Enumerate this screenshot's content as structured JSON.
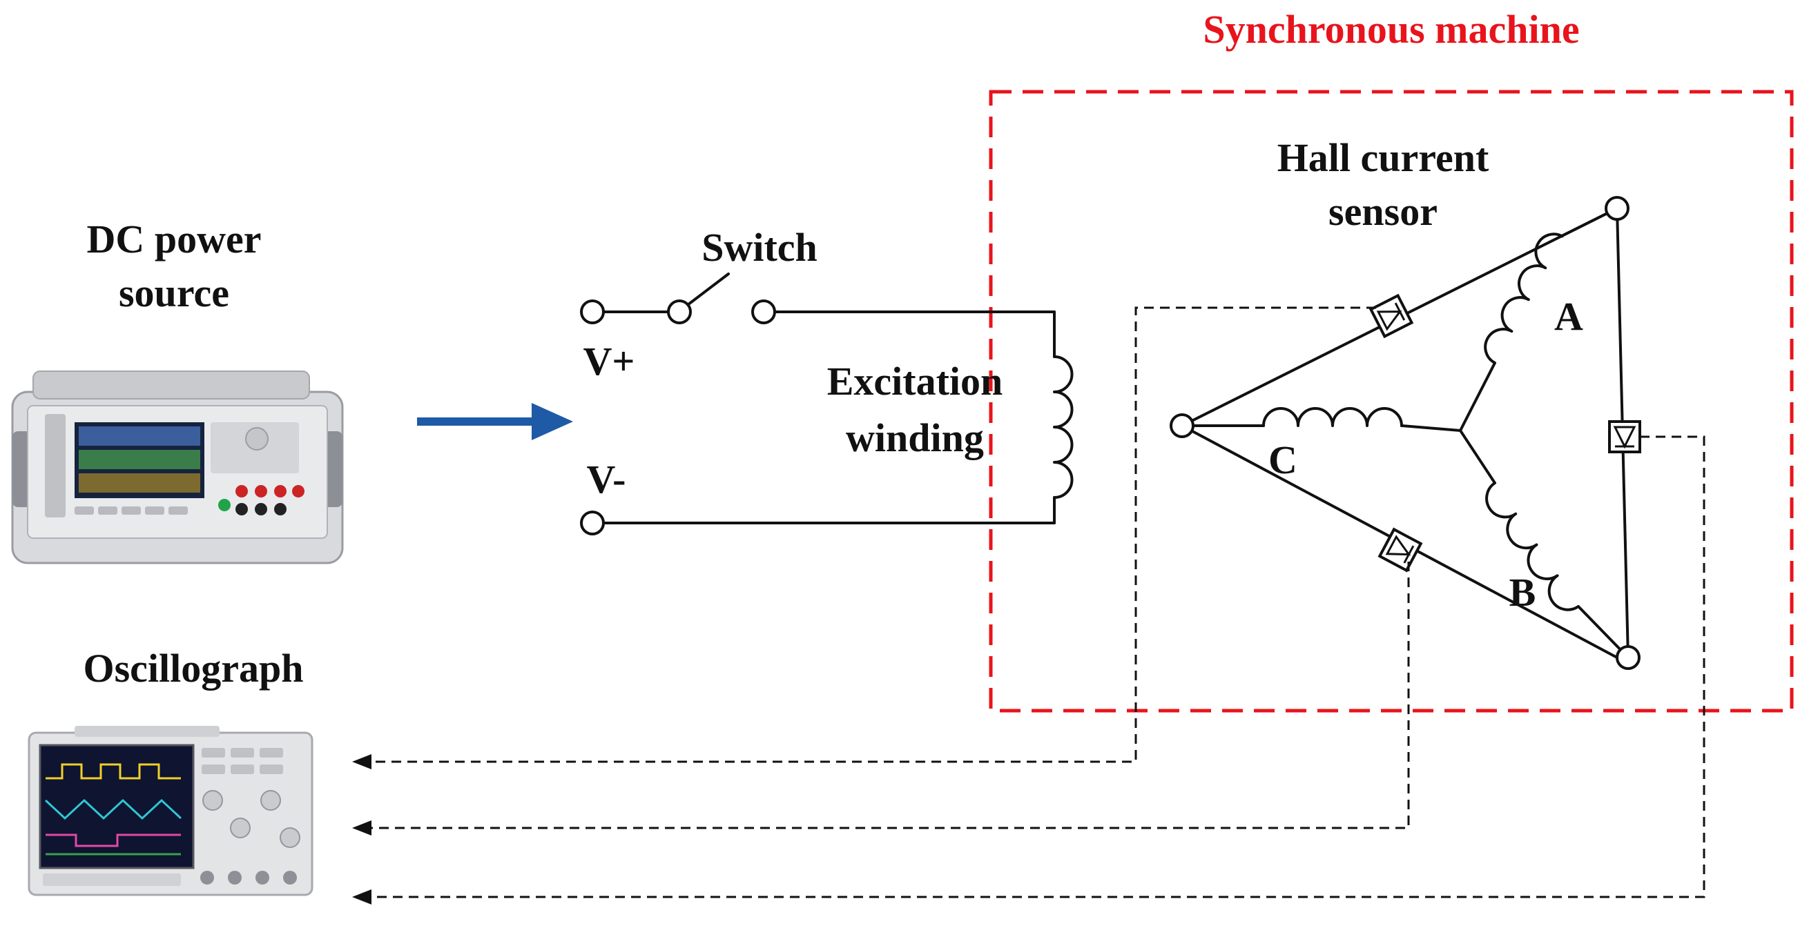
{
  "labels": {
    "machine": "Synchronous machine",
    "hall_line1": "Hall current",
    "hall_line2": "sensor",
    "dc_line1": "DC power",
    "dc_line2": "source",
    "switch": "Switch",
    "vplus": "V+",
    "vminus": "V-",
    "exc_line1": "Excitation",
    "exc_line2": "winding",
    "phase_a": "A",
    "phase_b": "B",
    "phase_c": "C",
    "oscillograph": "Oscillograph"
  },
  "colors": {
    "machine_boundary": "#e8141c",
    "arrow": "#1f5aa6",
    "wire": "#111111"
  },
  "icons": {
    "power_supply": "dc-power-supply-photo",
    "oscilloscope": "oscilloscope-photo"
  }
}
